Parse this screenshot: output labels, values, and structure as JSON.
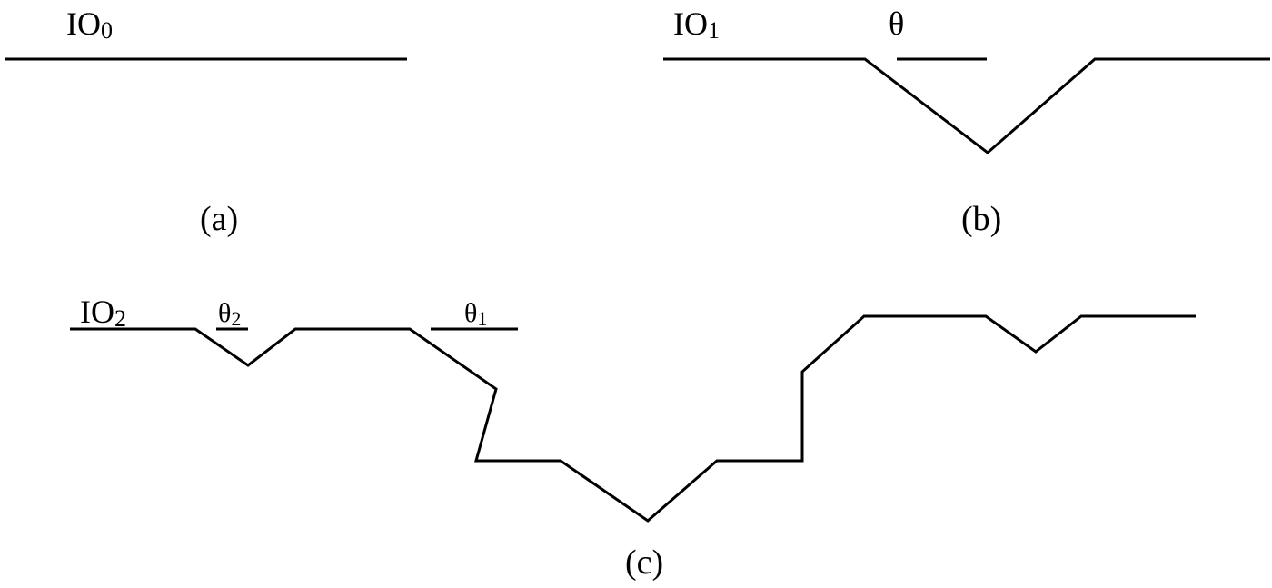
{
  "panels": {
    "a": {
      "label_main": "IO",
      "label_sub": "0",
      "caption": "(a)"
    },
    "b": {
      "label_main": "IO",
      "label_sub": "1",
      "angle_label": "θ",
      "caption": "(b)"
    },
    "c": {
      "label_main": "IO",
      "label_sub": "2",
      "angle2_main": "θ",
      "angle2_sub": "2",
      "angle1_main": "θ",
      "angle1_sub": "1",
      "caption": "(c)"
    }
  },
  "colors": {
    "line": "#000000",
    "background": "#ffffff"
  }
}
